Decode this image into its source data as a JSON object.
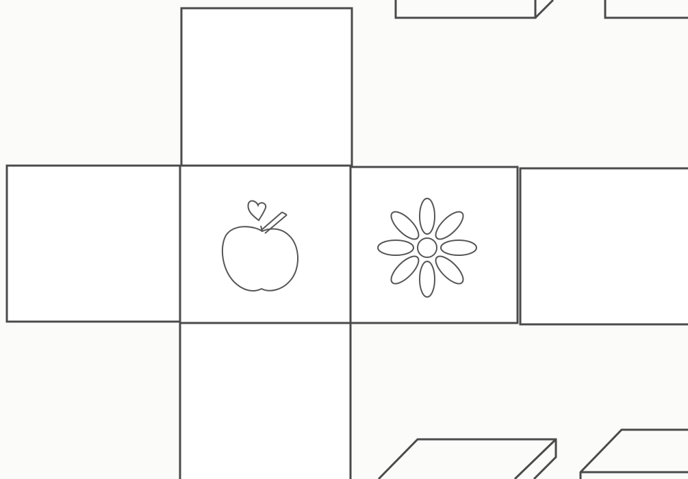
{
  "worksheet": {
    "net": {
      "faces": [
        {
          "id": "top",
          "symbol": ""
        },
        {
          "id": "left",
          "symbol": ""
        },
        {
          "id": "center-left",
          "symbol": "apple-icon"
        },
        {
          "id": "center-right",
          "symbol": "flower-icon"
        },
        {
          "id": "right",
          "symbol": ""
        },
        {
          "id": "bottom",
          "symbol": ""
        }
      ]
    },
    "cube_options": [
      {
        "id": "cube-top-left",
        "symbol": ""
      },
      {
        "id": "cube-top-right",
        "symbol": ""
      },
      {
        "id": "cube-bottom-left",
        "symbol": ""
      },
      {
        "id": "cube-bottom-right",
        "symbol": ""
      }
    ],
    "stroke_color": "#4a4a4a",
    "paper_color": "#fbfbfa"
  }
}
